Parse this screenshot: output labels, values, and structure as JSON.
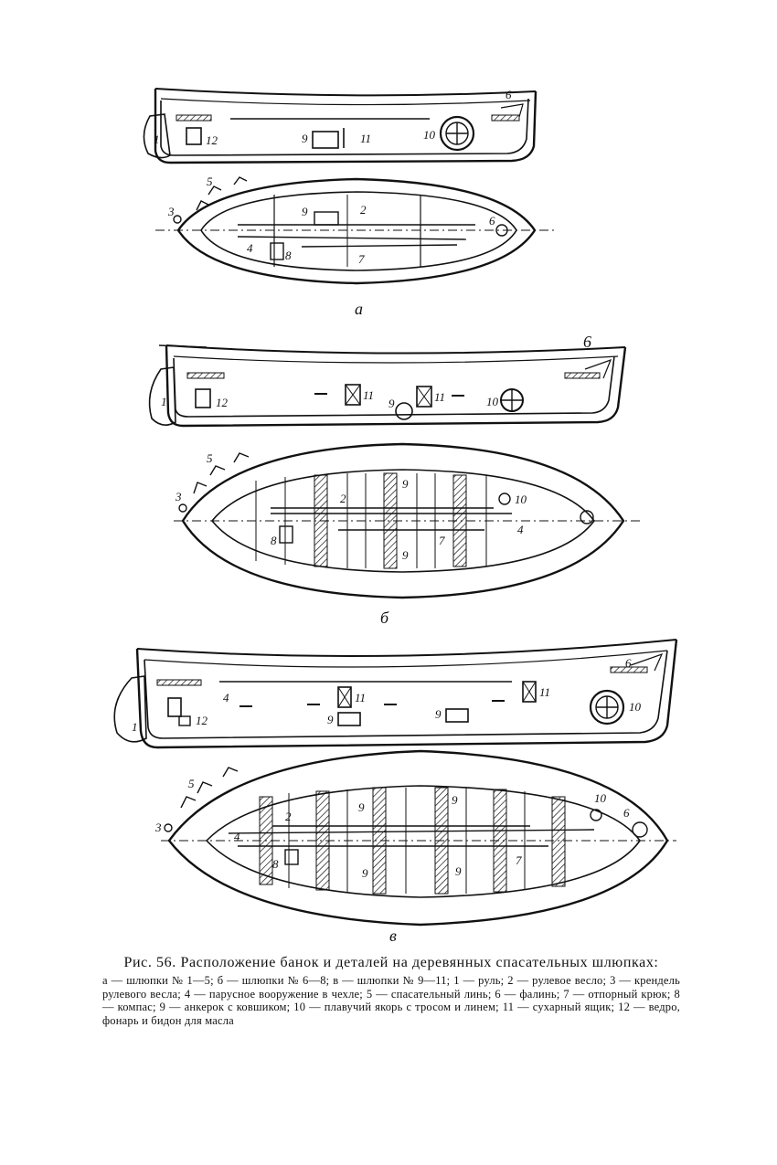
{
  "figure": {
    "number_label": "Рис. 56.",
    "title": "Расположение банок и деталей на деревянных спасательных шлюпках:",
    "legend_text": "а — шлюпки № 1—5; б — шлюпки № 6—8; в — шлюпки № 9—11; 1 — руль; 2 — рулевое весло; 3 — крендель рулевого весла; 4 — парусное вооружение в чехле; 5 — спасательный линь; 6 — фалинь; 7 — отпорный крюк; 8 — компас; 9 — анкерок с ковшиком; 10 — плавучий якорь с тросом и линем; 11 — сухарный ящик; 12 — ведро, фонарь и бидон для масла"
  },
  "panels": {
    "a": {
      "caption": "а",
      "side_labels": {
        "rudder": "1",
        "bucket": "12",
        "keg": "9",
        "box": "11",
        "anchor": "10",
        "painter": "6"
      },
      "plan_labels": {
        "crank": "3",
        "line": "5",
        "keg": "9",
        "oar": "2",
        "painter": "6",
        "sail": "4",
        "compass": "8",
        "hook": "7"
      }
    },
    "b": {
      "caption": "б",
      "side_labels": {
        "rudder": "1",
        "bucket": "12",
        "box1": "11",
        "keg": "9",
        "box2": "11",
        "anchor": "10",
        "painter": "6"
      },
      "plan_labels": {
        "line": "5",
        "crank": "3",
        "keg_top": "9",
        "oar": "2",
        "anchor": "10",
        "compass": "8",
        "keg_bottom": "9",
        "hook": "7",
        "sail": "4"
      }
    },
    "c": {
      "caption": "в",
      "side_labels": {
        "rudder": "1",
        "bucket": "12",
        "sail": "4",
        "box1": "11",
        "keg1": "9",
        "keg2": "9",
        "box2": "11",
        "painter": "6",
        "anchor": "10"
      },
      "plan_labels": {
        "line": "5",
        "crank": "3",
        "sail": "4",
        "oar": "2",
        "keg_a": "9",
        "keg_b": "9",
        "compass": "8",
        "keg_c": "9",
        "keg_d": "9",
        "hook": "7",
        "anchor": "10",
        "painter": "6"
      }
    }
  }
}
